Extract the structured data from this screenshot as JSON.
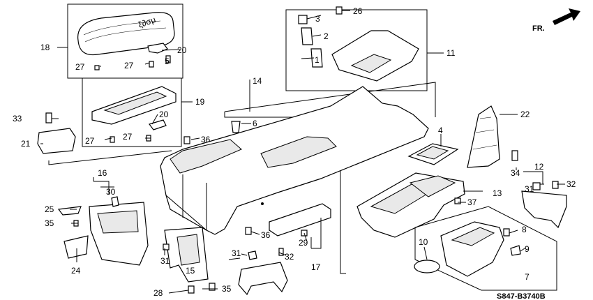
{
  "diagram": {
    "code": "S847-B3740B",
    "direction": "FR.",
    "callouts": [
      "1",
      "2",
      "3",
      "4",
      "5",
      "6",
      "7",
      "8",
      "9",
      "10",
      "11",
      "12",
      "13",
      "14",
      "15",
      "16",
      "17",
      "18",
      "19",
      "20",
      "20",
      "21",
      "22",
      "24",
      "25",
      "26",
      "27",
      "27",
      "27",
      "27",
      "28",
      "29",
      "30",
      "31",
      "31",
      "31",
      "32",
      "32",
      "33",
      "34",
      "35",
      "35",
      "36",
      "36",
      "37"
    ]
  }
}
